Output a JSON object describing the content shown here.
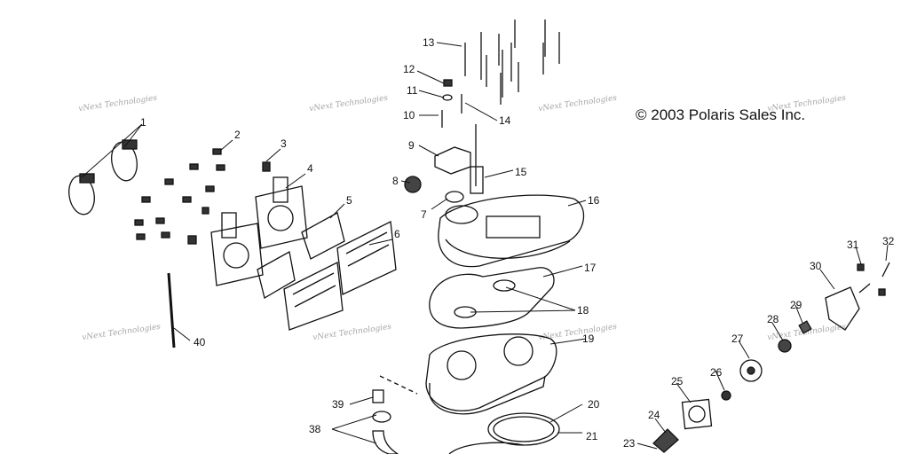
{
  "copyright": "© 2003 Polaris Sales Inc.",
  "watermark": "vNext Technologies",
  "callouts": [
    "1",
    "2",
    "3",
    "4",
    "5",
    "6",
    "7",
    "8",
    "9",
    "10",
    "11",
    "12",
    "13",
    "14",
    "15",
    "16",
    "17",
    "18",
    "19",
    "20",
    "21",
    "23",
    "24",
    "25",
    "26",
    "27",
    "28",
    "29",
    "30",
    "31",
    "32",
    "38",
    "39",
    "40"
  ]
}
